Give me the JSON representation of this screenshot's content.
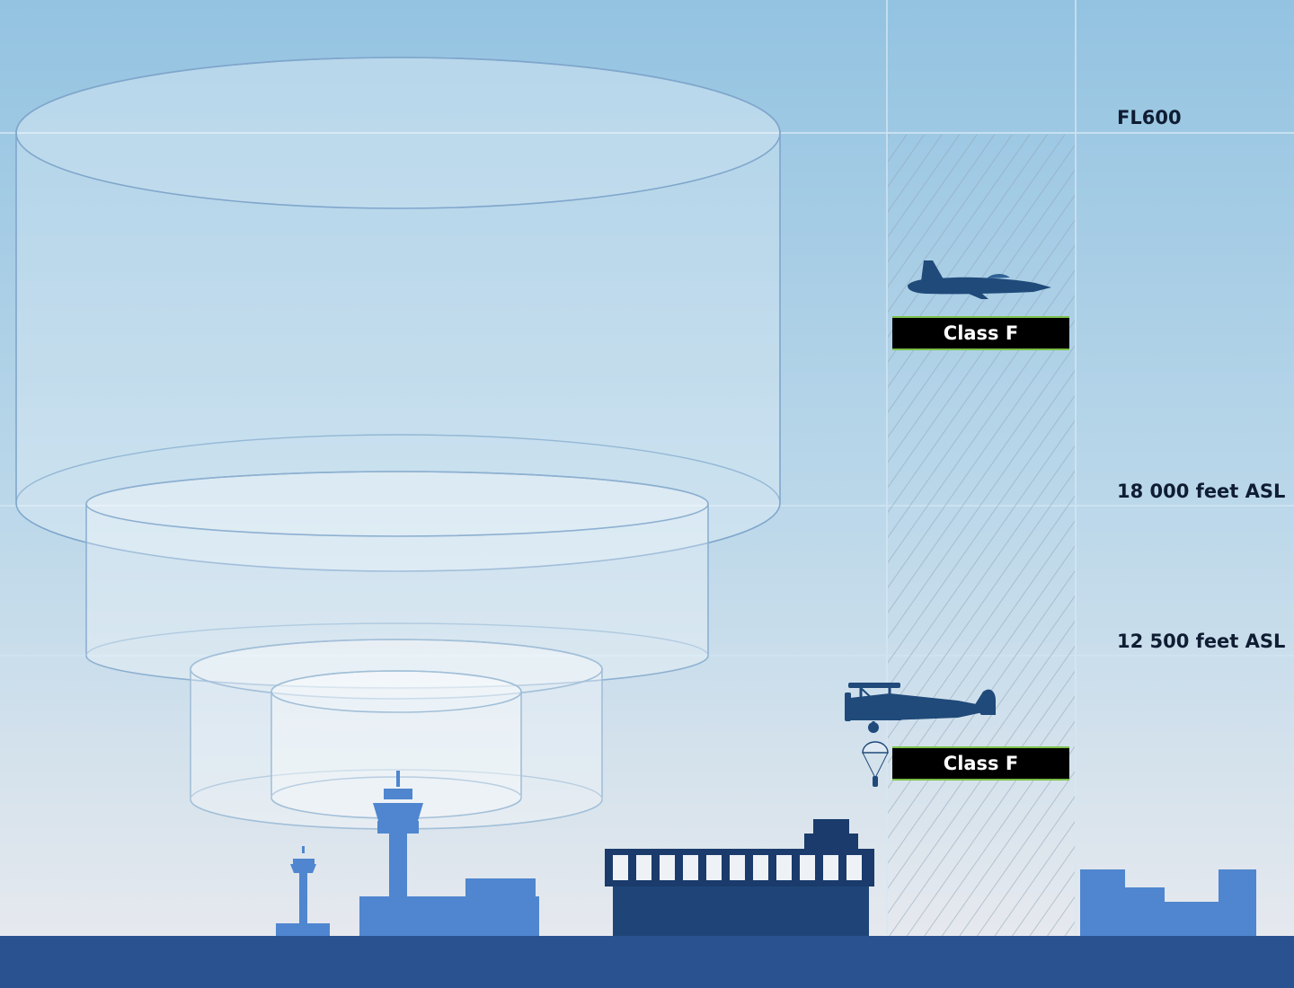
{
  "altitude_levels": {
    "fl600": "FL600",
    "ft18000": "18 000 feet ASL",
    "ft12500": "12 500 feet ASL"
  },
  "airspace_tags": {
    "upper": "Class F",
    "lower": "Class F"
  },
  "icons": {
    "upper_aircraft": "jet-fighter-icon",
    "lower_aircraft": "biplane-icon",
    "parachute": "parachute-icon",
    "tall_tower": "control-tower-icon",
    "small_tower": "small-control-tower-icon",
    "ship": "ship-icon"
  },
  "colors": {
    "sky_top": "#93c3e1",
    "sky_bottom": "#e6e9ee",
    "ground": "#2a5290",
    "cylinder_stroke": "#7fa6cc",
    "aircraft": "#1f4a7a",
    "tag_background": "#000000",
    "tag_accent": "#7cc04a"
  }
}
